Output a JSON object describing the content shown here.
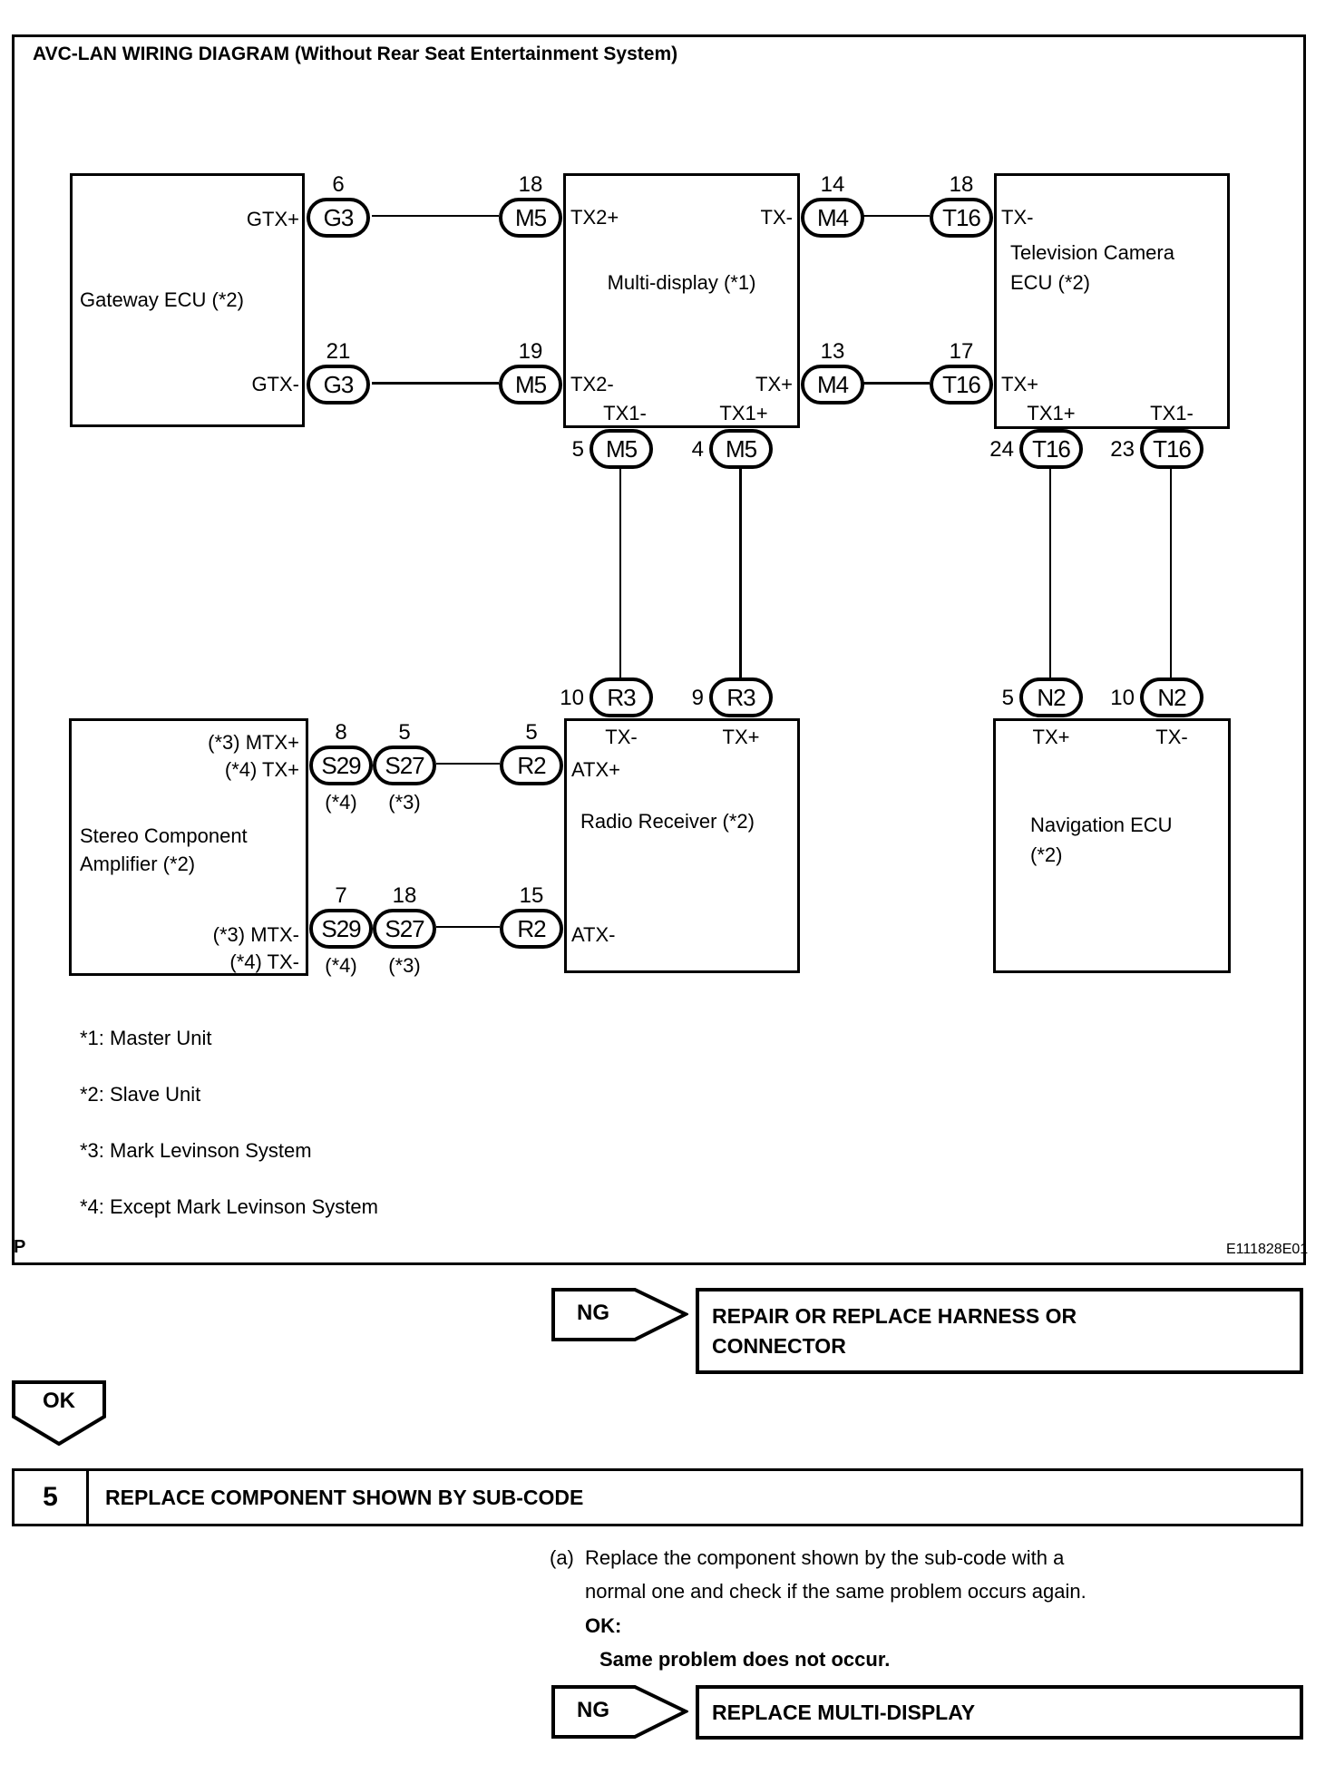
{
  "ink": "#000000",
  "paper": "#ffffff",
  "title": "AVC-LAN WIRING DIAGRAM (Without Rear Seat Entertainment System)",
  "figure_code": "E111828E01",
  "page_marker": "P",
  "diagram": {
    "boxes": {
      "gateway": {
        "label": "Gateway ECU (*2)",
        "pins": {
          "top": "GTX+",
          "bottom": "GTX-"
        }
      },
      "multi_display": {
        "label": "Multi-display (*1)",
        "pins": {
          "top_left": "TX2+",
          "top_right": "TX-",
          "bottom_left": "TX2-",
          "bottom_right": "TX+",
          "bottom_edge_left": "TX1-",
          "bottom_edge_right": "TX1+"
        }
      },
      "tv_camera": {
        "label_line1": "Television Camera",
        "label_line2": "ECU (*2)",
        "pins": {
          "top_left": "TX-",
          "bottom_left": "TX+",
          "bottom_edge_left": "TX1+",
          "bottom_edge_right": "TX1-"
        }
      },
      "amplifier": {
        "label_line1": "Stereo Component",
        "label_line2": "Amplifier (*2)",
        "pins": {
          "top_line1": "(*3) MTX+",
          "top_line2": "(*4) TX+",
          "bottom_line1": "(*3) MTX-",
          "bottom_line2": "(*4) TX-"
        }
      },
      "radio": {
        "label": "Radio Receiver (*2)",
        "pins": {
          "top_left": "TX-",
          "top_right": "TX+",
          "left_top": "ATX+",
          "left_bottom": "ATX-"
        }
      },
      "navigation": {
        "label_line1": "Navigation ECU",
        "label_line2": "(*2)",
        "pins": {
          "top_left": "TX+",
          "top_right": "TX-"
        }
      }
    },
    "connectors": [
      {
        "pin": "6",
        "label": "G3"
      },
      {
        "pin": "18",
        "label": "M5"
      },
      {
        "pin": "14",
        "label": "M4"
      },
      {
        "pin": "18",
        "label": "T16"
      },
      {
        "pin": "21",
        "label": "G3"
      },
      {
        "pin": "19",
        "label": "M5"
      },
      {
        "pin": "13",
        "label": "M4"
      },
      {
        "pin": "17",
        "label": "T16"
      },
      {
        "pin": "5",
        "label": "M5"
      },
      {
        "pin": "4",
        "label": "M5"
      },
      {
        "pin": "24",
        "label": "T16"
      },
      {
        "pin": "23",
        "label": "T16"
      },
      {
        "pin": "10",
        "label": "R3"
      },
      {
        "pin": "9",
        "label": "R3"
      },
      {
        "pin": "5",
        "label": "N2"
      },
      {
        "pin": "10",
        "label": "N2"
      },
      {
        "pin": "8",
        "label": "S29",
        "note": "(*4)"
      },
      {
        "pin": "5",
        "label": "S27",
        "note": "(*3)"
      },
      {
        "pin": "5",
        "label": "R2"
      },
      {
        "pin": "7",
        "label": "S29",
        "note": "(*4)"
      },
      {
        "pin": "18",
        "label": "S27",
        "note": "(*3)"
      },
      {
        "pin": "15",
        "label": "R2"
      }
    ],
    "notes": [
      "*1: Master Unit",
      "*2: Slave Unit",
      "*3: Mark Levinson System",
      "*4: Except Mark Levinson System"
    ]
  },
  "flow": {
    "ng1": {
      "label": "NG",
      "result_line1": "REPAIR OR REPLACE HARNESS OR",
      "result_line2": "CONNECTOR"
    },
    "ok": {
      "label": "OK"
    },
    "step": {
      "number": "5",
      "title": "REPLACE COMPONENT SHOWN BY SUB-CODE"
    },
    "instruction": {
      "marker": "(a)",
      "line1": "Replace the component shown by the sub-code with a",
      "line2": "normal one and check if the same problem occurs again.",
      "ok_heading": "OK:",
      "ok_text": "Same problem does not occur."
    },
    "ng2": {
      "label": "NG",
      "result": "REPLACE MULTI-DISPLAY"
    }
  }
}
